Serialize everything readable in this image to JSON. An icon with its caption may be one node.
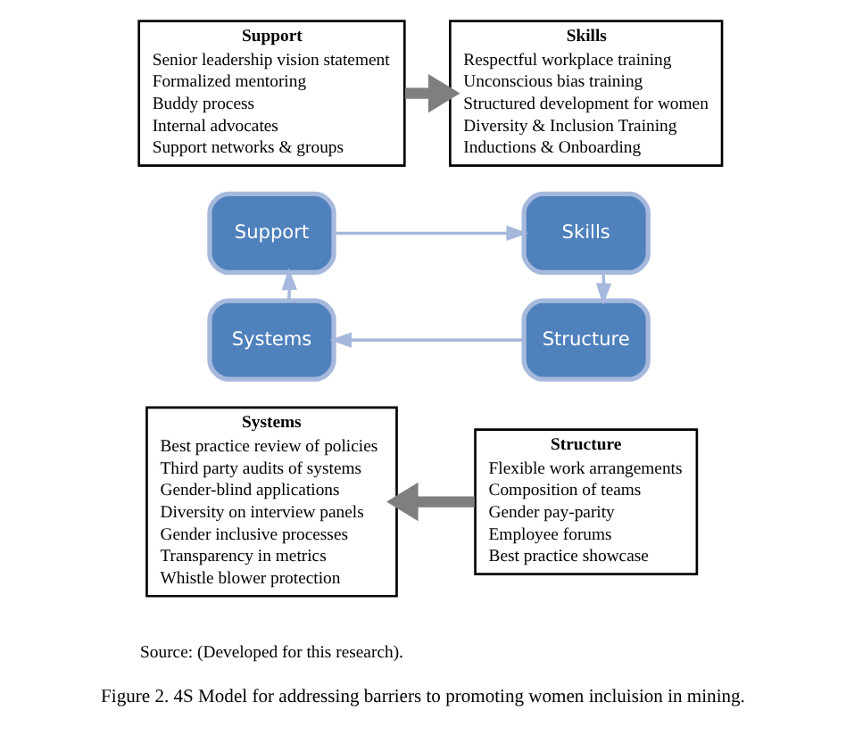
{
  "diagram": {
    "caption": "Figure 2. 4S Model for addressing barriers to promoting women incluision in mining.",
    "nodes": [
      {
        "text": [
          "Support",
          "Senior leadership vision statement",
          "Formalized mentoring",
          "Buddy process",
          "Internal advocates",
          "Support networks & groups"
        ]
      },
      {
        "text": [
          "Skills",
          "Respectful workplace training",
          "Unconscious bias training",
          "Structured development for women",
          "Diversity & Inclusion Training",
          "Inductions & Onboarding"
        ]
      },
      {
        "text": [
          "Support"
        ]
      },
      {
        "text": [
          "Skills"
        ]
      },
      {
        "text": [
          "Systems"
        ]
      },
      {
        "text": [
          "Structure"
        ]
      },
      {
        "text": [
          "Systems",
          "Best practice review of policies",
          "Third party audits of systems",
          "Gender-blind applications",
          "Diversity on interview panels",
          "Gender inclusive processes",
          "Transparency in metrics",
          "Whistle blower protection"
        ]
      },
      {
        "text": [
          "Structure",
          "Flexible work arrangements",
          "Composition of teams",
          "Gender pay-parity",
          "Employee forums",
          "Best practice showcase"
        ]
      }
    ],
    "edges": [
      {
        "from": 0,
        "to": 1,
        "arrow": "to",
        "style": "thick",
        "color": "#7f7f7f"
      },
      {
        "from": 2,
        "to": 3,
        "arrow": "to"
      },
      {
        "from": 3,
        "to": 5,
        "arrow": "to"
      },
      {
        "from": 5,
        "to": 4,
        "arrow": "to"
      },
      {
        "from": 4,
        "to": 2,
        "arrow": "to"
      },
      {
        "from": 7,
        "to": 6,
        "arrow": "to",
        "style": "thick",
        "color": "#7f7f7f"
      }
    ],
    "labels": [
      "Source: (Developed for this research)."
    ]
  }
}
